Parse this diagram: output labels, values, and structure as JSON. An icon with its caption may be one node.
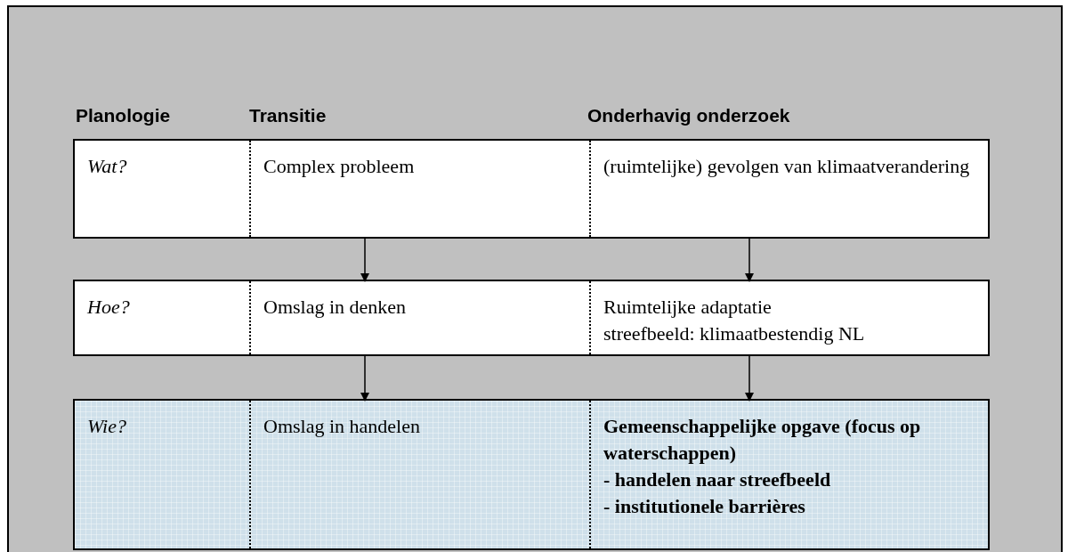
{
  "diagram": {
    "nodes": [
      {
        "text": [],
        "shape": "box"
      },
      {
        "text": [
          "Wat?"
        ],
        "in": 0
      },
      {
        "text": [
          "Complex probleem"
        ],
        "in": 0
      },
      {
        "text": [
          "(ruimtelijke) gevolgen van klimaatverandering"
        ],
        "in": 0
      },
      {
        "text": [],
        "shape": "box"
      },
      {
        "text": [
          "Hoe?"
        ],
        "in": 4
      },
      {
        "text": [
          "Omslag in denken"
        ],
        "in": 4
      },
      {
        "text": [
          "Ruimtelijke adaptatie",
          "streefbeeld: klimaatbestendig NL"
        ],
        "in": 4
      },
      {
        "text": [],
        "shape": "box"
      },
      {
        "text": [
          "Wie?"
        ],
        "in": 8
      },
      {
        "text": [
          "Omslag in handelen"
        ],
        "in": 8
      },
      {
        "text": [
          "Gemeenschappelijke opgave (focus op waterschappen)",
          "- handelen naar streefbeeld",
          "- institutionele barrières"
        ],
        "in": 8
      }
    ],
    "edges": [
      {
        "from": 2,
        "to": 6,
        "arrow": "to"
      },
      {
        "from": 3,
        "to": 7,
        "arrow": "to"
      },
      {
        "from": 6,
        "to": 10,
        "arrow": "to"
      },
      {
        "from": 7,
        "to": 11,
        "arrow": "to"
      }
    ],
    "labels": [
      "Planologie",
      "Transitie",
      "Onderhavig onderzoek"
    ]
  }
}
